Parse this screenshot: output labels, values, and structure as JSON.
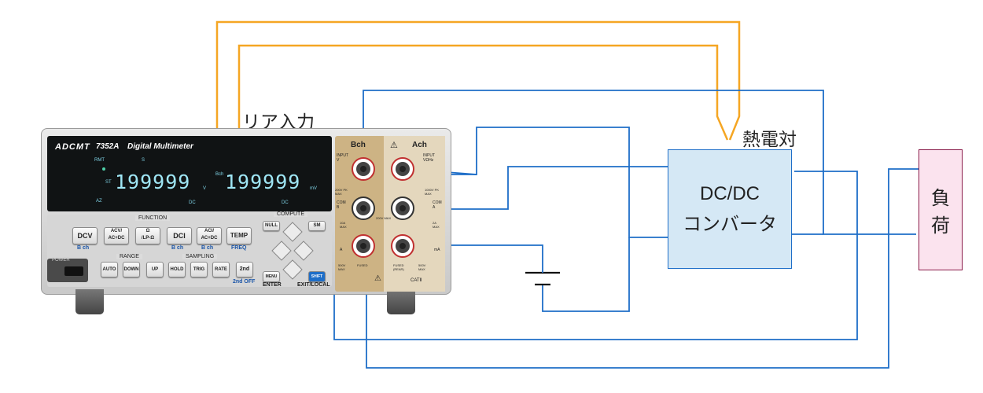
{
  "labels": {
    "rear_input": "リア入力",
    "thermocouple": "熱電対",
    "converter_line1": "DC/DC",
    "converter_line2": "コンバータ",
    "load_line1": "負",
    "load_line2": "荷"
  },
  "instrument": {
    "brand": "ADCMT",
    "model": "7352A",
    "name": "Digital Multimeter",
    "display": {
      "rmt": "RMT",
      "s": "S",
      "st": "ST",
      "az": "AZ",
      "a_reading": "199999",
      "a_unit": "V",
      "a_mode": "DC",
      "b_label": "Bch",
      "b_reading": "199999",
      "b_unit": "mV",
      "b_mode": "DC"
    },
    "function_group": "FUNCTION",
    "compute_group": "COMPUTE",
    "range_group": "RANGE",
    "sampling_group": "SAMPLING",
    "buttons": {
      "dcv": "DCV",
      "acv1": "ACV/",
      "acv2": "AC+DC",
      "ohm1": "Ω",
      "ohm2": "/LP-Ω",
      "dci": "DCI",
      "aci1": "ACI/",
      "aci2": "AC+DC",
      "temp": "TEMP",
      "null": "NULL",
      "sm": "SM",
      "auto": "AUTO",
      "down": "DOWN",
      "up": "UP",
      "hold": "HOLD",
      "trig": "TRIG",
      "rate": "RATE",
      "second": "2nd",
      "menu": "MENU",
      "shift": "SHIFT",
      "power": "POWER"
    },
    "sublabels": {
      "dcv": "B ch",
      "dci": "B ch",
      "aci": "B ch",
      "temp": "FREQ",
      "second": "2nd OFF",
      "menu": "ENTER",
      "shift": "EXIT/LOCAL"
    },
    "terminals": {
      "bch": "Bch",
      "ach": "Ach",
      "input_b1": "INPUT",
      "input_b2": "V",
      "input_a1": "INPUT",
      "input_a2": "VΩHz",
      "limit_b": "200V PK MAX",
      "limit_a": "1000V PK MAX",
      "com_b1": "COM",
      "com_b2": "B",
      "com_a1": "COM",
      "com_a2": "A",
      "max_mid": "200V MAX",
      "max_b_amp": "10A MAX",
      "max_a_amp": "2A MAX",
      "amp_b": "A",
      "amp_a": "mA",
      "fused_b": "FUSED",
      "fused_a": "FUSED (REAR)",
      "v500_b": "500V MAX",
      "v500_a": "500V MAX",
      "cat": "CATⅡ"
    }
  },
  "colors": {
    "blue_wire": "#1e6ec8",
    "orange_wire": "#f5a623",
    "converter_fill": "#d5e8f5",
    "load_fill": "#fbe3ee",
    "terminal_panel": "#cdb384"
  }
}
